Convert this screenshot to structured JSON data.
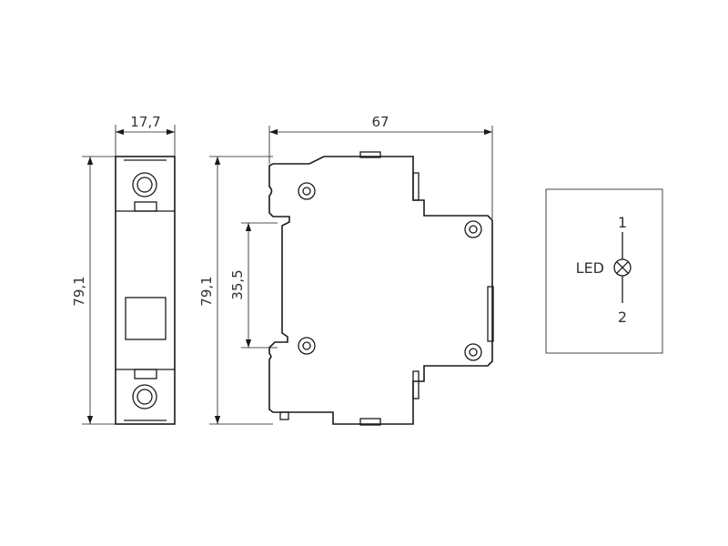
{
  "front_view": {
    "width_dimension": "17,7",
    "height_dimension": "79,1"
  },
  "side_view": {
    "depth_dimension": "67",
    "height_dimension": "79,1",
    "rail_dimension": "35,5"
  },
  "schematic": {
    "component_label": "LED",
    "terminal_top": "1",
    "terminal_bottom": "2"
  }
}
